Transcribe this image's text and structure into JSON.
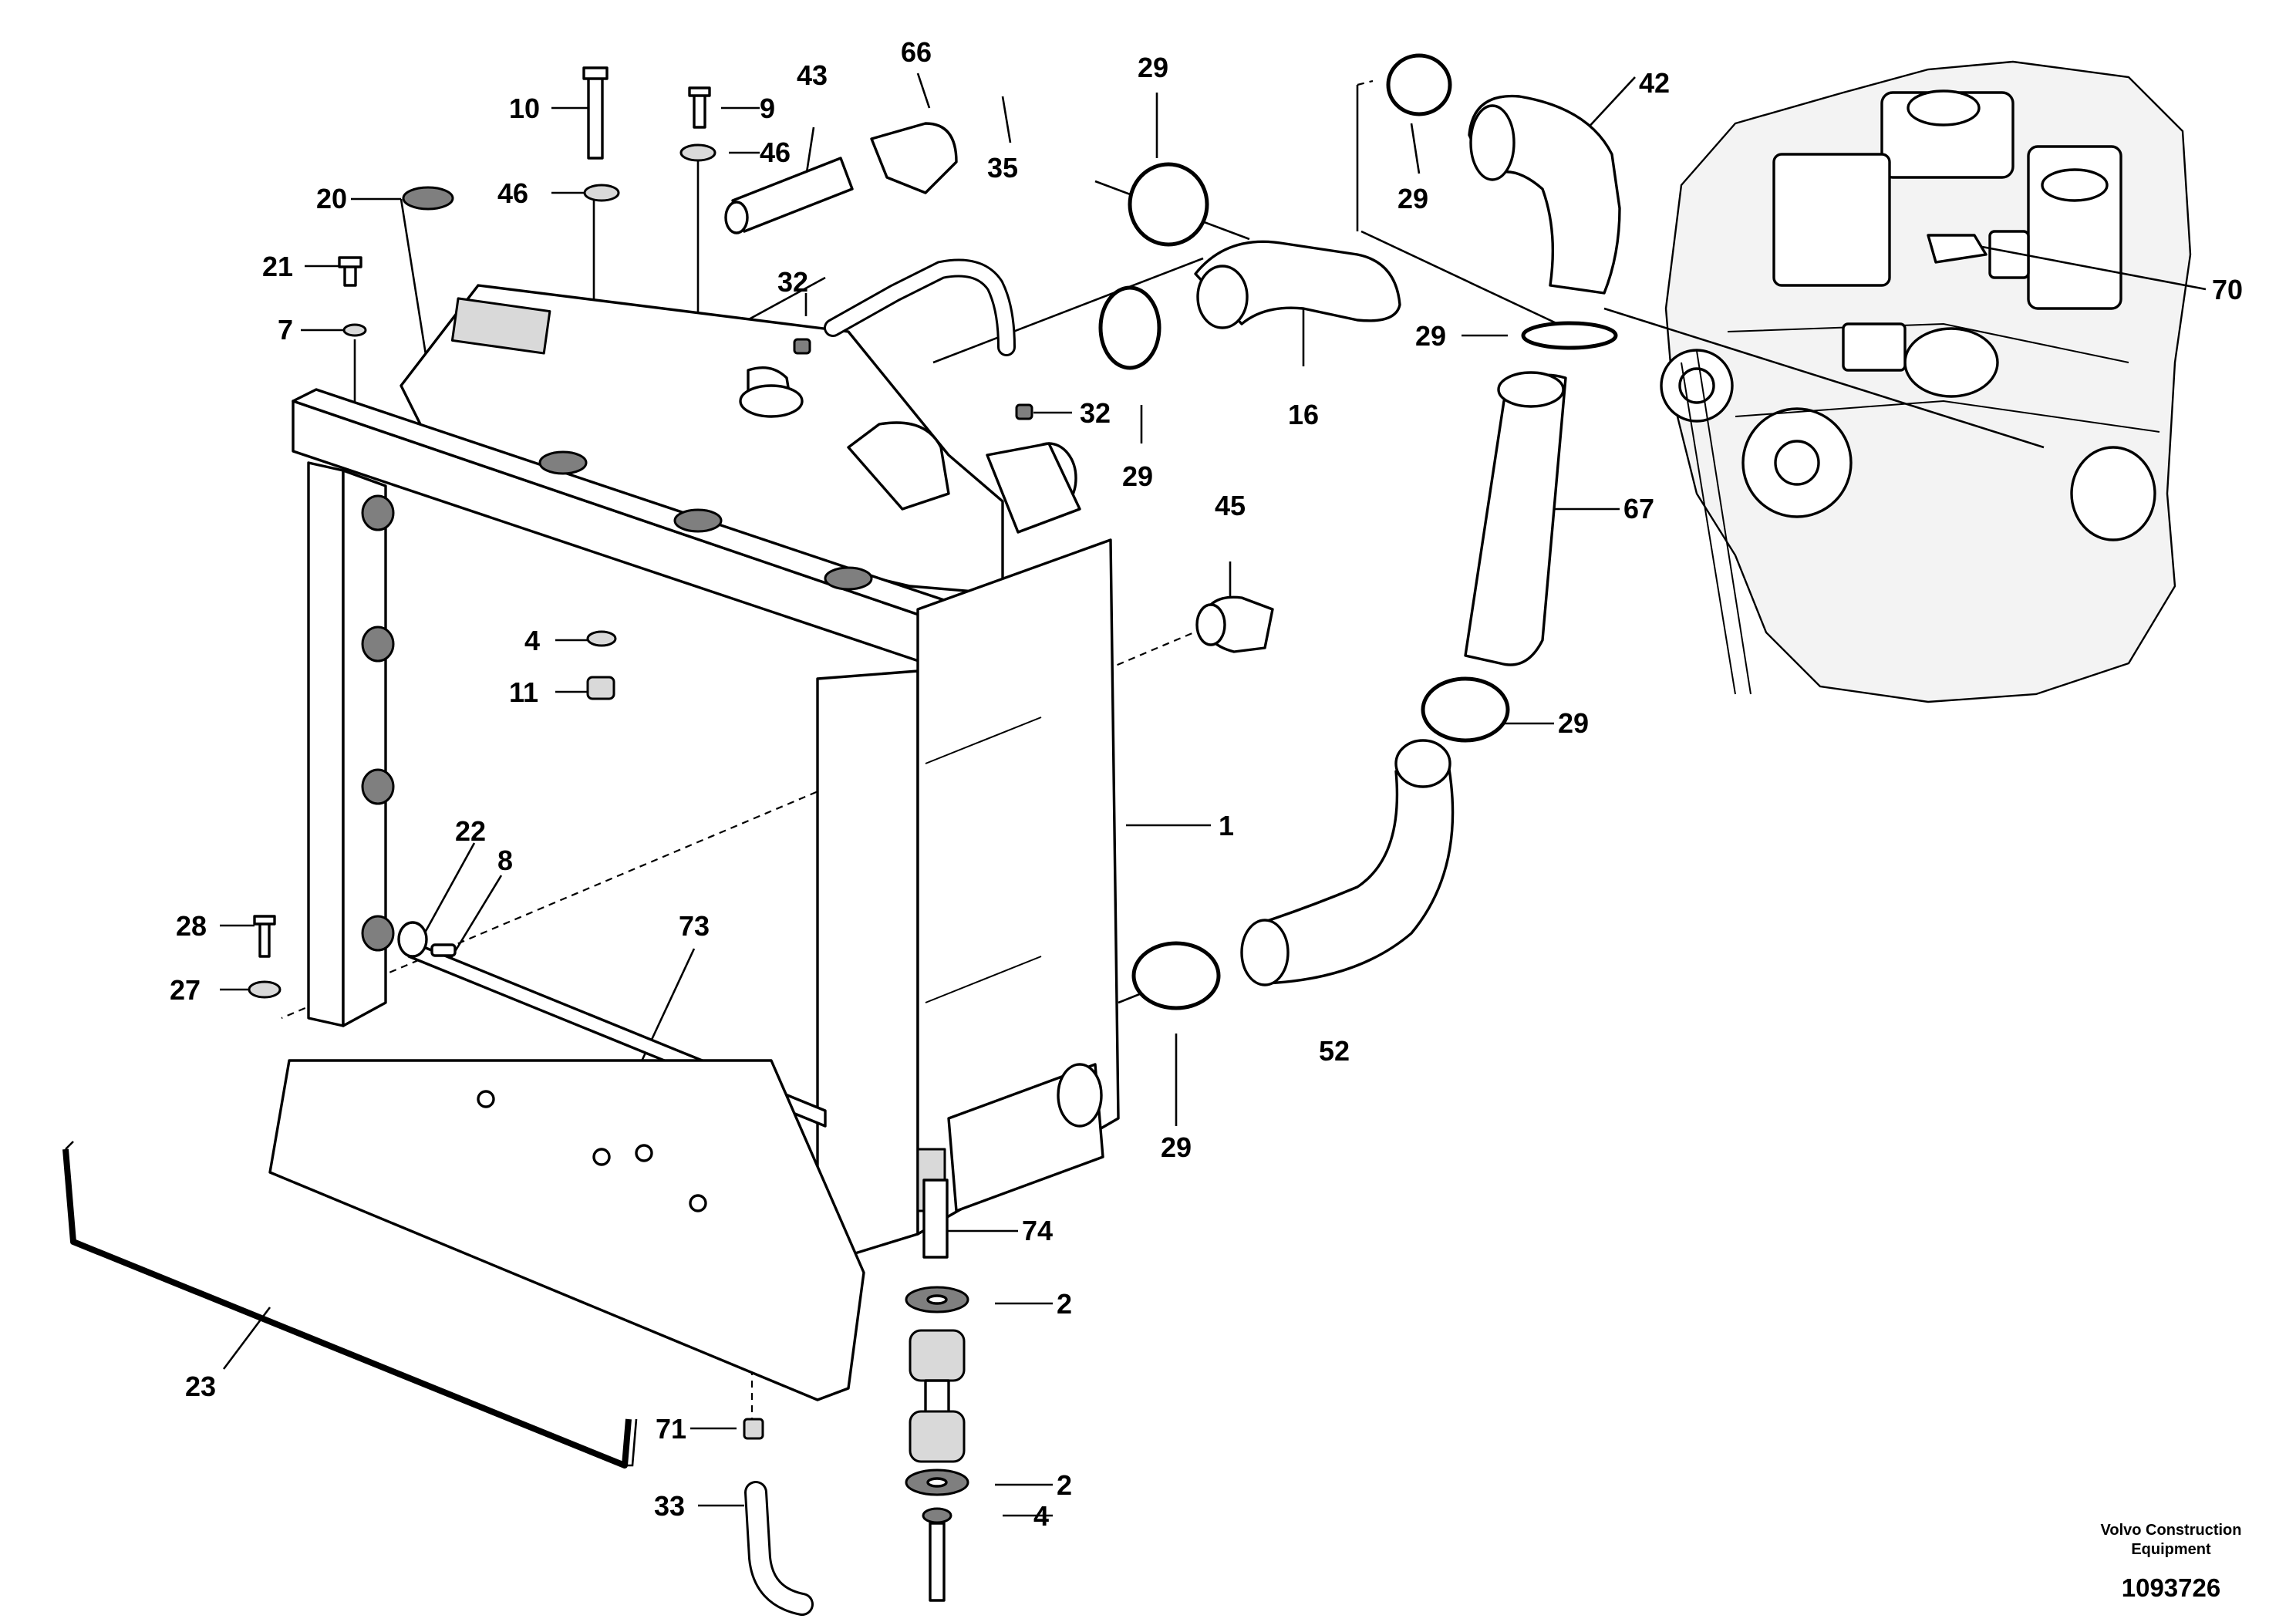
{
  "footer": {
    "company_line1": "Volvo Construction",
    "company_line2": "Equipment",
    "drawing_number": "1093726"
  },
  "callouts": [
    {
      "id": "c10",
      "text": "10"
    },
    {
      "id": "c9",
      "text": "9"
    },
    {
      "id": "c43",
      "text": "43"
    },
    {
      "id": "c66",
      "text": "66"
    },
    {
      "id": "c29a",
      "text": "29"
    },
    {
      "id": "c29b",
      "text": "29"
    },
    {
      "id": "c42",
      "text": "42"
    },
    {
      "id": "c46a",
      "text": "46"
    },
    {
      "id": "c46b",
      "text": "46"
    },
    {
      "id": "c35",
      "text": "35"
    },
    {
      "id": "c20",
      "text": "20"
    },
    {
      "id": "c21",
      "text": "21"
    },
    {
      "id": "c7",
      "text": "7"
    },
    {
      "id": "c32a",
      "text": "32"
    },
    {
      "id": "c32b",
      "text": "32"
    },
    {
      "id": "c70",
      "text": "70"
    },
    {
      "id": "c29c",
      "text": "29"
    },
    {
      "id": "c16",
      "text": "16"
    },
    {
      "id": "c29d",
      "text": "29"
    },
    {
      "id": "c45",
      "text": "45"
    },
    {
      "id": "c67",
      "text": "67"
    },
    {
      "id": "c4a",
      "text": "4"
    },
    {
      "id": "c11",
      "text": "11"
    },
    {
      "id": "c29e",
      "text": "29"
    },
    {
      "id": "c1",
      "text": "1"
    },
    {
      "id": "c22",
      "text": "22"
    },
    {
      "id": "c8",
      "text": "8"
    },
    {
      "id": "c28",
      "text": "28"
    },
    {
      "id": "c73",
      "text": "73"
    },
    {
      "id": "c27",
      "text": "27"
    },
    {
      "id": "c52",
      "text": "52"
    },
    {
      "id": "c29f",
      "text": "29"
    },
    {
      "id": "c74",
      "text": "74"
    },
    {
      "id": "c2a",
      "text": "2"
    },
    {
      "id": "c23",
      "text": "23"
    },
    {
      "id": "c71",
      "text": "71"
    },
    {
      "id": "c2b",
      "text": "2"
    },
    {
      "id": "c33",
      "text": "33"
    },
    {
      "id": "c4b",
      "text": "4"
    }
  ]
}
